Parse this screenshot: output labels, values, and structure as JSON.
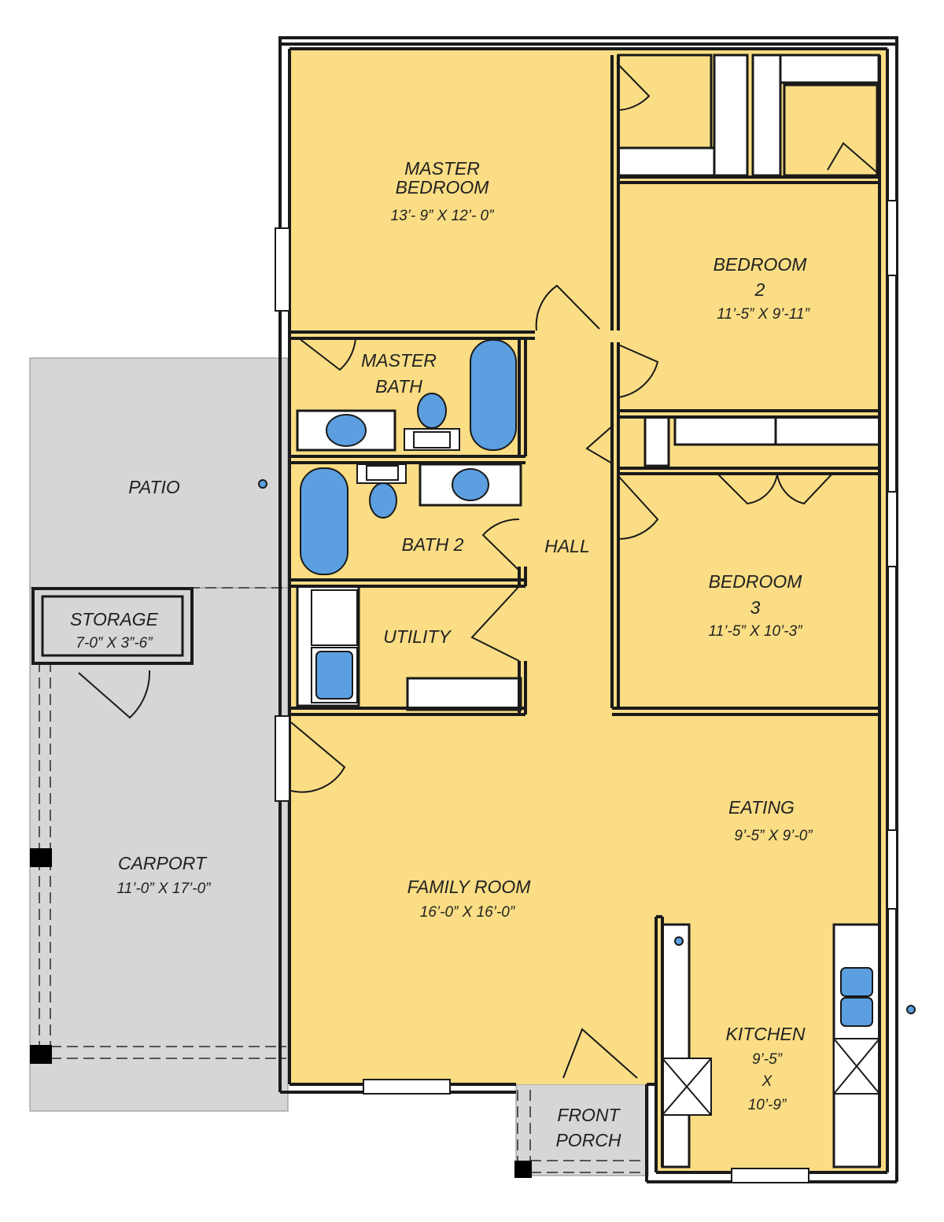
{
  "colors": {
    "interior": "#fadd84",
    "exterior": "#d6d6d6",
    "fixture": "#5b9fe0",
    "wall": "#1a1a1a",
    "counter": "#ffffff",
    "background": "#ffffff"
  },
  "rooms": {
    "master_bedroom": {
      "name_line1": "MASTER",
      "name_line2": "BEDROOM",
      "dims": "13’- 9” X 12’- 0”"
    },
    "bedroom2": {
      "name_line1": "BEDROOM",
      "name_line2": "2",
      "dims": "11’-5” X 9’-11”"
    },
    "master_bath": {
      "name_line1": "MASTER",
      "name_line2": "BATH"
    },
    "patio": {
      "name": "PATIO"
    },
    "bath2": {
      "name": "BATH  2"
    },
    "hall": {
      "name": "HALL"
    },
    "bedroom3": {
      "name_line1": "BEDROOM",
      "name_line2": "3",
      "dims": "11’-5” X 10’-3”"
    },
    "storage": {
      "name": "STORAGE",
      "dims": "7-0” X 3”-6”"
    },
    "utility": {
      "name": "UTILITY"
    },
    "eating": {
      "name": "EATING",
      "dims": "9’-5” X 9’-0”"
    },
    "carport": {
      "name": "CARPORT",
      "dims": "11’-0” X 17’-0”"
    },
    "family_room": {
      "name": "FAMILY ROOM",
      "dims": "16’-0” X 16’-0”"
    },
    "kitchen": {
      "name": "KITCHEN",
      "dim1": "9’-5”",
      "dim2": "X",
      "dim3": "10’-9”"
    },
    "front_porch": {
      "name_line1": "FRONT",
      "name_line2": "PORCH"
    }
  }
}
